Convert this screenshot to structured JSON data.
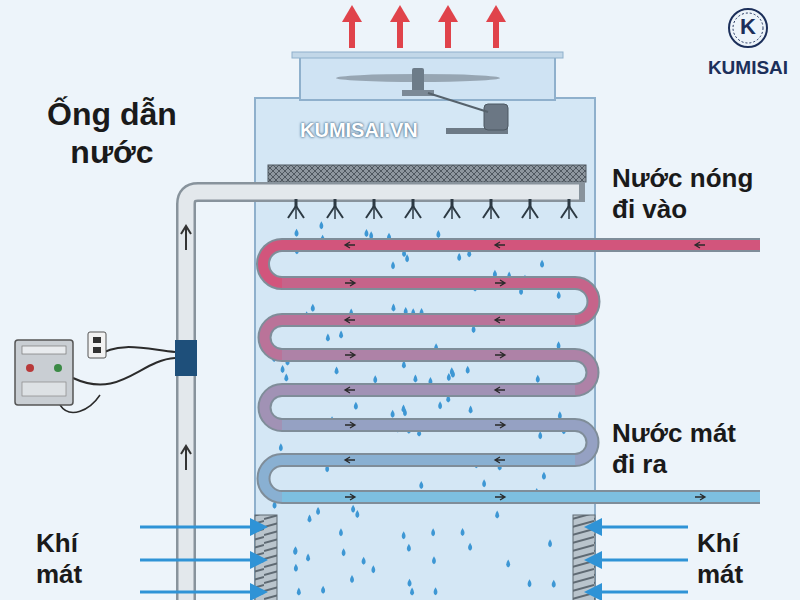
{
  "diagram": {
    "labels": [
      "Ống dẫn nước",
      "Nước nóng đi vào",
      "Nước mát đi ra",
      "Khí mát",
      "Khí mát",
      "KUMISAI",
      "K",
      "KUMISAI.VN"
    ]
  }
}
